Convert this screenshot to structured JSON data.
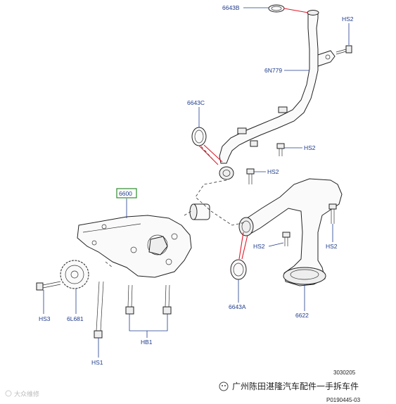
{
  "callouts": {
    "c6643b": "6643B",
    "hs2_top": "HS2",
    "c6n779": "6N779",
    "c6643c": "6643C",
    "hs2_mid1": "HS2",
    "hs2_mid2": "HS2",
    "c6600": "6600",
    "hs2_left": "HS2",
    "hs2_right": "HS2",
    "c6643a": "6643A",
    "c6622": "6622",
    "hs3": "HS3",
    "c6l681": "6L681",
    "hb1": "HB1",
    "hs1": "HS1"
  },
  "footer": {
    "code1": "3030205",
    "code2": "P0190445-03"
  },
  "watermark": {
    "left_text": "大众维修",
    "right_text": "广州陈田湛隆汽车配件一手拆车件"
  },
  "colors": {
    "callout_text": "#1f3c8c",
    "callout_line": "#1f3c8c",
    "highlight_line": "#e0192a",
    "selected_box": "#2e8b2e"
  }
}
